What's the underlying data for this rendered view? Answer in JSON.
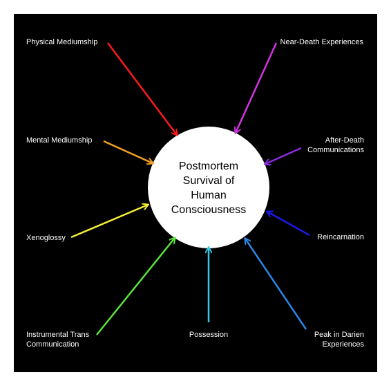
{
  "center": {
    "lines": [
      "Postmortem",
      "Survival of",
      "Human",
      "Consciousness"
    ]
  },
  "nodes": [
    {
      "id": "physical-mediumship",
      "lines": [
        "Physical Mediumship"
      ],
      "color": "#ff1a1a"
    },
    {
      "id": "near-death-experiences",
      "lines": [
        "Near-Death Experiences"
      ],
      "color": "#d633e6"
    },
    {
      "id": "mental-mediumship",
      "lines": [
        "Mental Mediumship"
      ],
      "color": "#f5a020"
    },
    {
      "id": "after-death-communications",
      "lines": [
        "After-Death",
        "Communications"
      ],
      "color": "#8a2be2"
    },
    {
      "id": "xenoglossy",
      "lines": [
        "Xenoglossy"
      ],
      "color": "#f5f032"
    },
    {
      "id": "reincarnation",
      "lines": [
        "Reincarnation"
      ],
      "color": "#1a1ae6"
    },
    {
      "id": "instrumental-trans-communication",
      "lines": [
        "Instrumental Trans",
        "Communication"
      ],
      "color": "#5ae63a"
    },
    {
      "id": "possession",
      "lines": [
        "Possession"
      ],
      "color": "#33c8e6"
    },
    {
      "id": "peak-in-darien-experiences",
      "lines": [
        "Peak in Darien",
        "Experiences"
      ],
      "color": "#2a86e6"
    }
  ]
}
